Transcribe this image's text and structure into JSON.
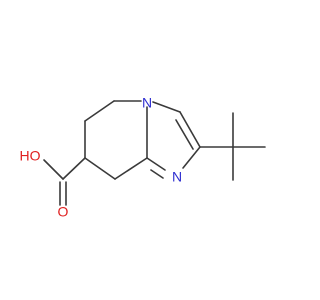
{
  "molecule": {
    "atoms": [
      {
        "label": "N",
        "color": "#2f2fd0"
      },
      {
        "label": "N",
        "color": "#2f2fd0"
      },
      {
        "label": "O",
        "color": "#e02020"
      },
      {
        "label": "HO",
        "color": "#e02020"
      }
    ],
    "colors": {
      "bond": "#3a3a3a",
      "nitrogen": "#2f2fd0",
      "oxygen": "#e02020"
    }
  }
}
